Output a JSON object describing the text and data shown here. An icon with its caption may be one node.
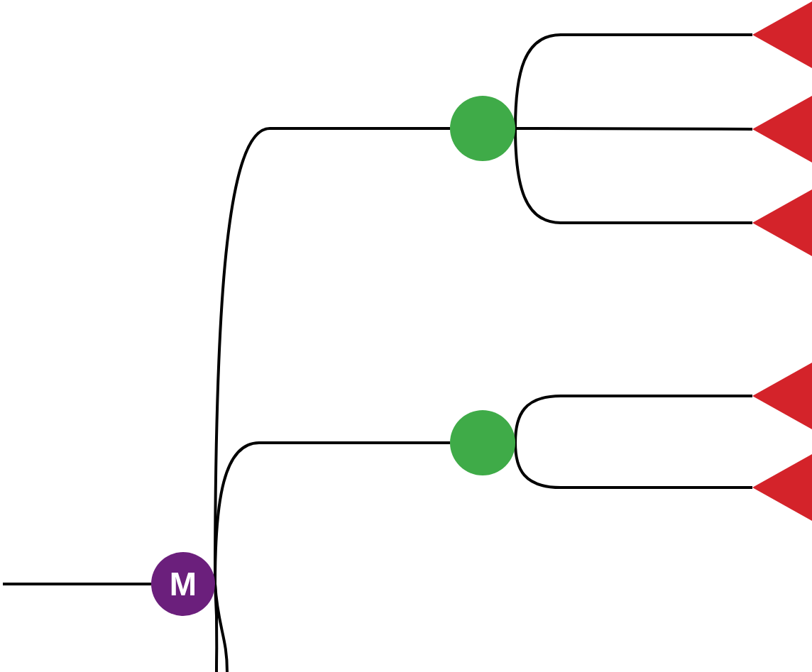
{
  "diagram": {
    "nodes": [
      {
        "text": [
          "M"
        ]
      },
      {
        "text": [],
        "shape": "circle"
      },
      {
        "text": [],
        "shape": "circle"
      },
      {
        "text": [],
        "shape": "triangle"
      },
      {
        "text": [],
        "shape": "triangle"
      },
      {
        "text": [],
        "shape": "triangle"
      },
      {
        "text": [],
        "shape": "triangle"
      },
      {
        "text": [],
        "shape": "triangle"
      }
    ],
    "edges": [
      {
        "from": null,
        "to": 0,
        "arrow": "none"
      },
      {
        "from": 0,
        "to": 1,
        "arrow": "none"
      },
      {
        "from": 0,
        "to": 2,
        "arrow": "none"
      },
      {
        "from": 0,
        "to": null,
        "arrow": "none"
      },
      {
        "from": 0,
        "to": null,
        "arrow": "none"
      },
      {
        "from": 1,
        "to": 3,
        "arrow": "none"
      },
      {
        "from": 1,
        "to": 4,
        "arrow": "none"
      },
      {
        "from": 1,
        "to": 5,
        "arrow": "none"
      },
      {
        "from": 2,
        "to": 6,
        "arrow": "none"
      },
      {
        "from": 2,
        "to": 7,
        "arrow": "none"
      }
    ]
  }
}
